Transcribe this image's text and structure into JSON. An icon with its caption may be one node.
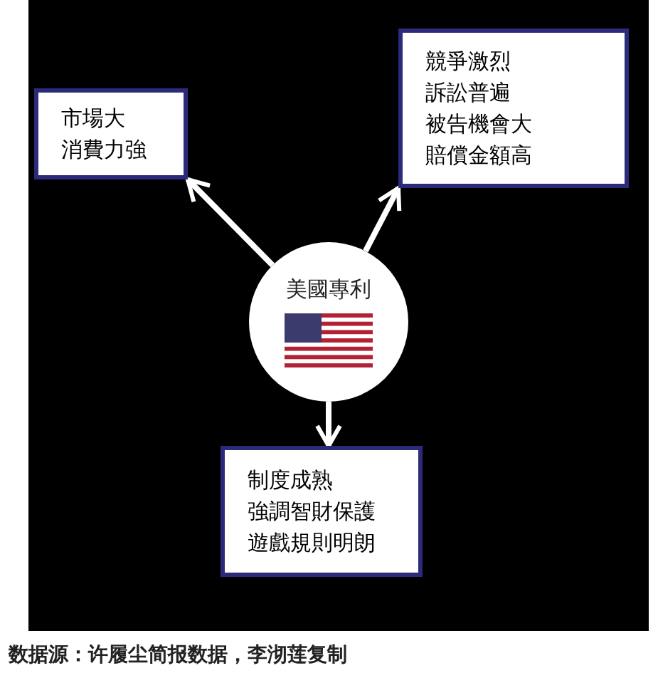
{
  "diagram": {
    "caption": "数据源：许履尘简报数据，李沏莲复制",
    "nodes": [
      {
        "text": [
          "美國專利"
        ]
      },
      {
        "text": [
          "市場大",
          "消費力強"
        ]
      },
      {
        "text": [
          "競爭激烈",
          "訴訟普遍",
          "被告機會大",
          "賠償金額高"
        ]
      },
      {
        "text": [
          "制度成熟",
          "強調智財保護",
          "遊戲規則明朗"
        ]
      }
    ],
    "edges": [
      {
        "from": 0,
        "to": 1,
        "arrow": "to"
      },
      {
        "from": 0,
        "to": 2,
        "arrow": "to"
      },
      {
        "from": 0,
        "to": 3,
        "arrow": "to"
      }
    ]
  }
}
